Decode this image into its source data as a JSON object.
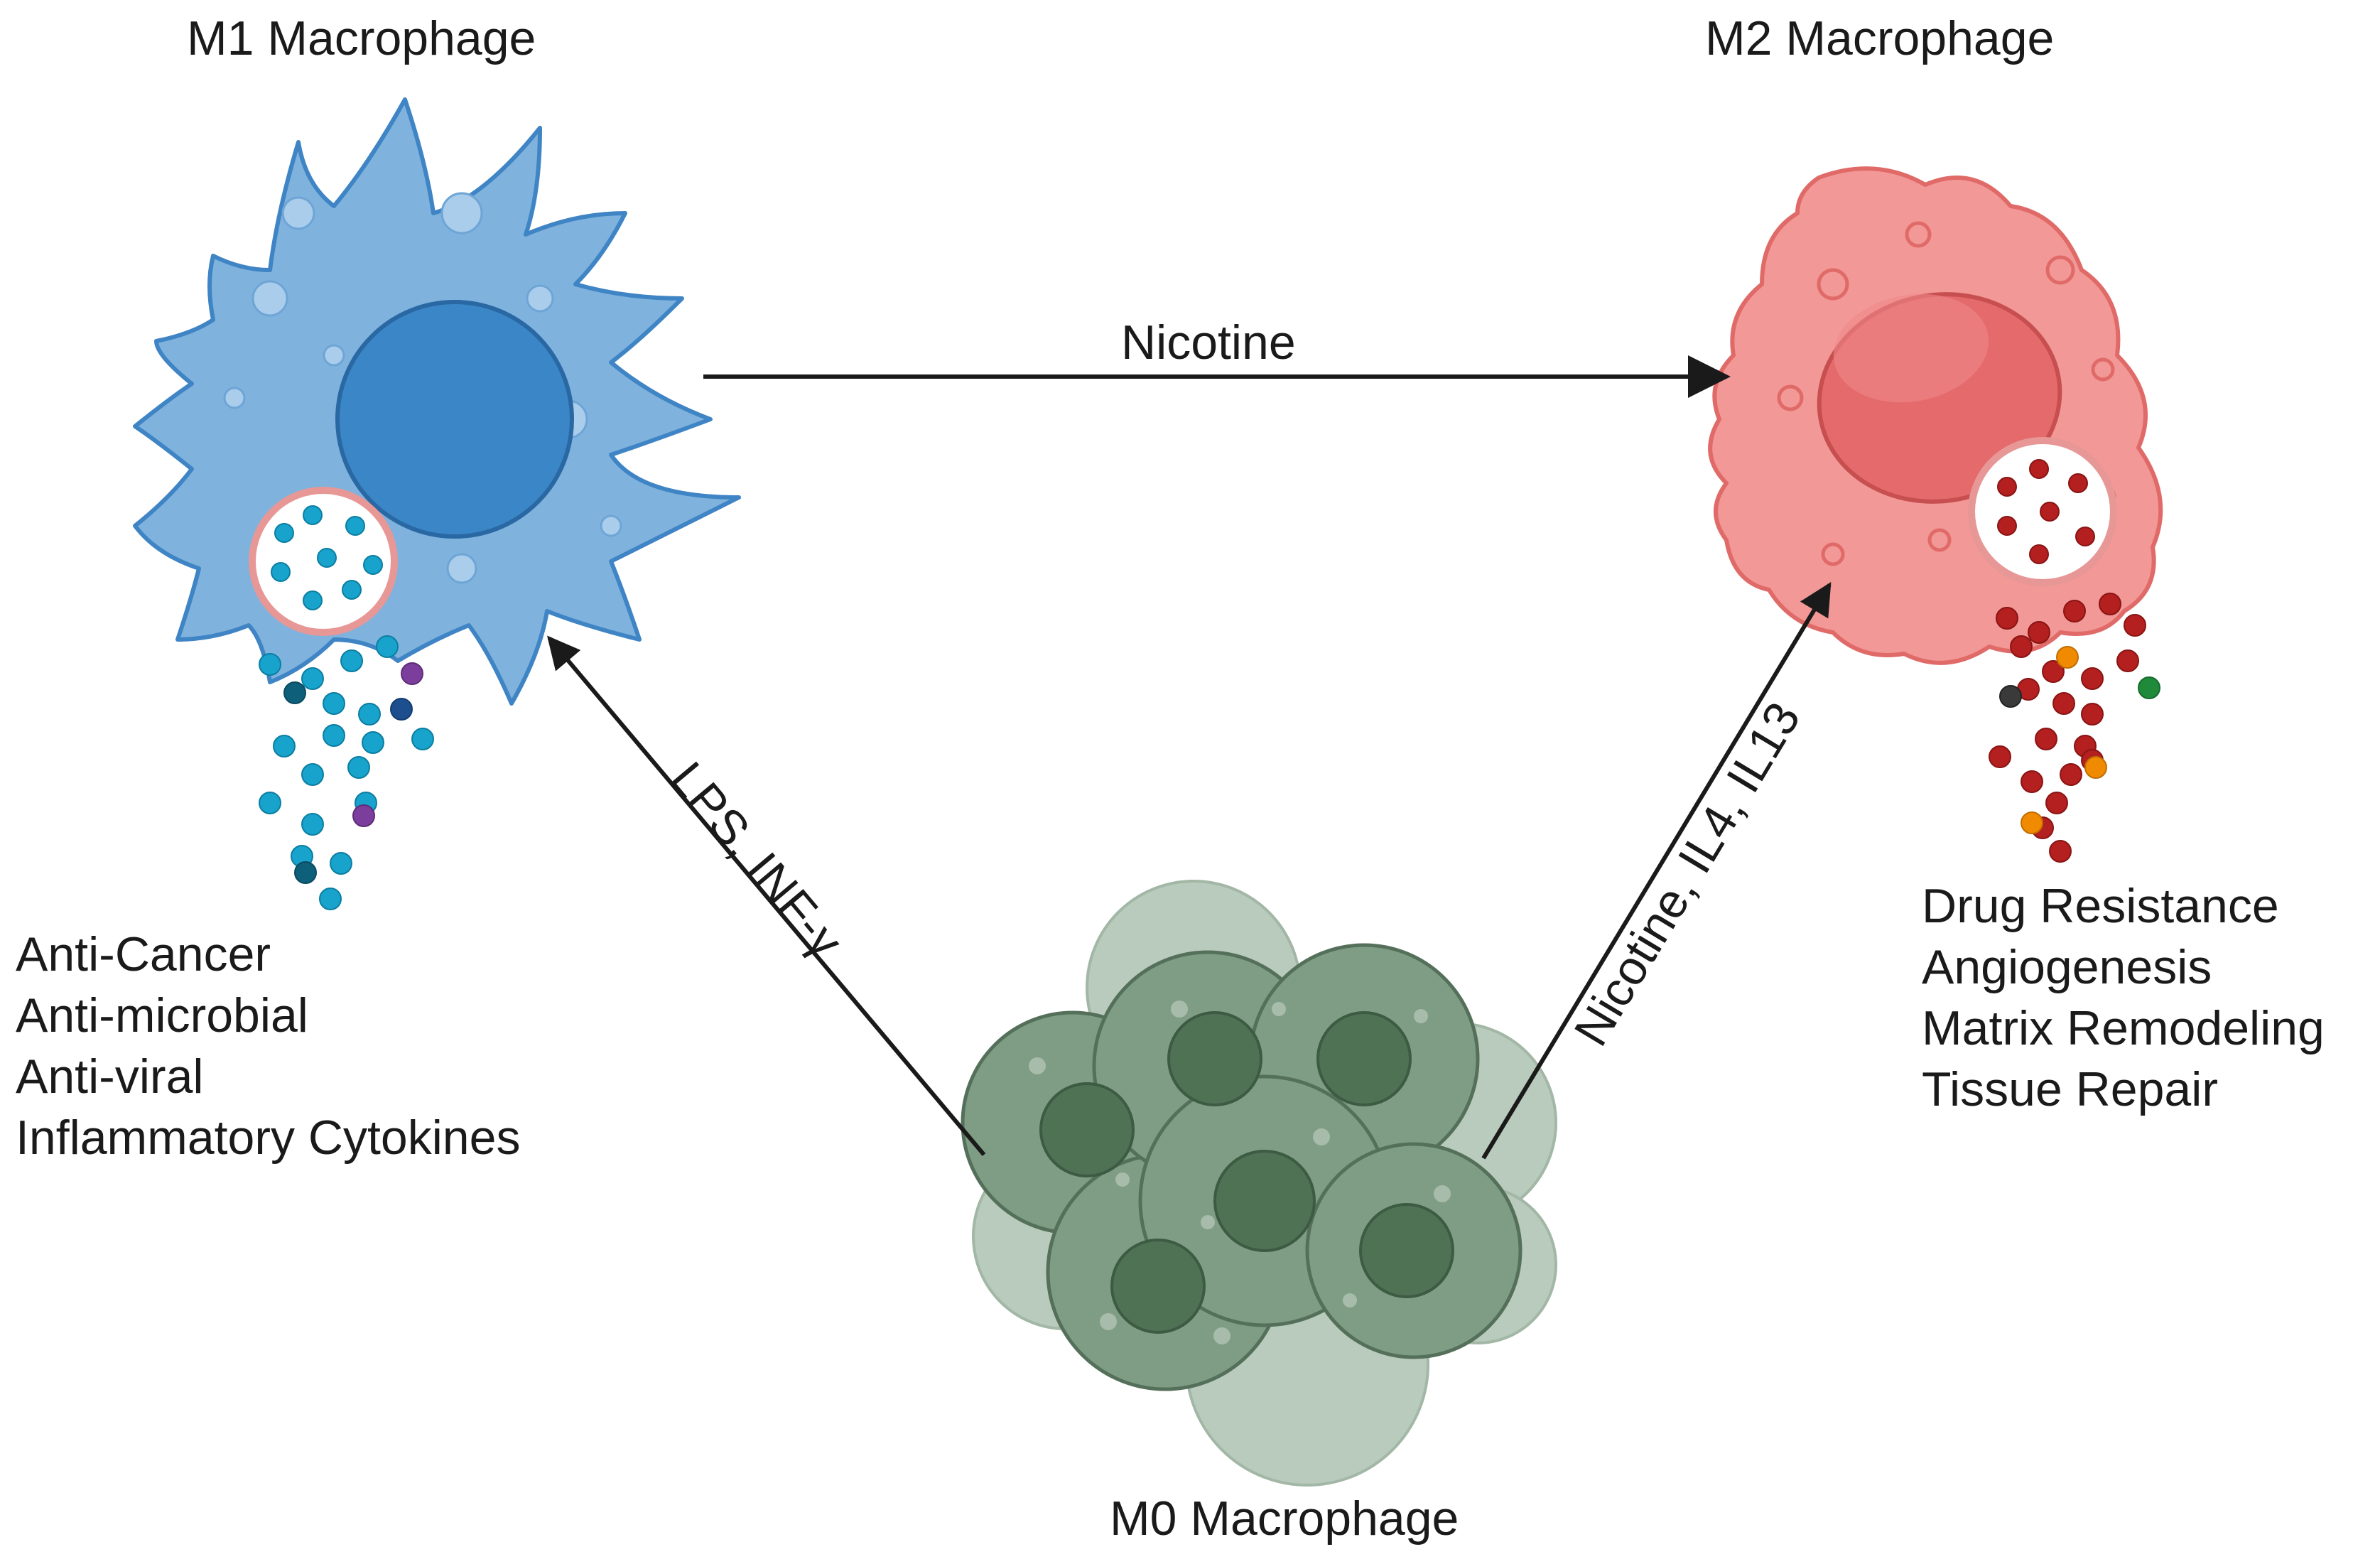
{
  "nodes": {
    "m1": {
      "title": "M1 Macrophage",
      "functions": [
        "Anti-Cancer",
        "Anti-microbial",
        "Anti-viral",
        "Inflammatory Cytokines"
      ],
      "color": "#7fb3de"
    },
    "m2": {
      "title": "M2 Macrophage",
      "functions": [
        "Drug Resistance",
        "Angiogenesis",
        "Matrix Remodeling",
        "Tissue Repair"
      ],
      "color": "#f29896"
    },
    "m0": {
      "title": "M0 Macrophage",
      "color": "#7a9c80"
    }
  },
  "edges": {
    "m1_to_m2": "Nicotine",
    "m0_to_m1": "LPS, INF-γ",
    "m0_to_m2": "Nicotine, IL4, IL13"
  }
}
